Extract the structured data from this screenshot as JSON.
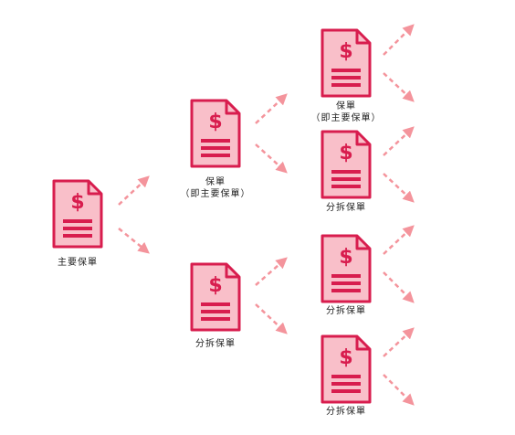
{
  "colors": {
    "doc_fill": "#f9bfc9",
    "doc_stroke": "#d81d4e",
    "arrow": "#f4949c"
  },
  "icons": {
    "document": "policy-document-icon",
    "symbol": "dollar-sign-icon"
  },
  "nodes": {
    "main": {
      "label": "主要保單",
      "symbol": "$"
    },
    "level1_top": {
      "label": "保單",
      "sublabel": "（即主要保單）",
      "symbol": "$"
    },
    "level1_bottom": {
      "label": "分拆保單",
      "symbol": "$"
    },
    "level2_a": {
      "label": "保單",
      "sublabel": "（即主要保單）",
      "symbol": "$"
    },
    "level2_b": {
      "label": "分拆保單",
      "symbol": "$"
    },
    "level2_c": {
      "label": "分拆保單",
      "symbol": "$"
    },
    "level2_d": {
      "label": "分拆保單",
      "symbol": "$"
    }
  }
}
